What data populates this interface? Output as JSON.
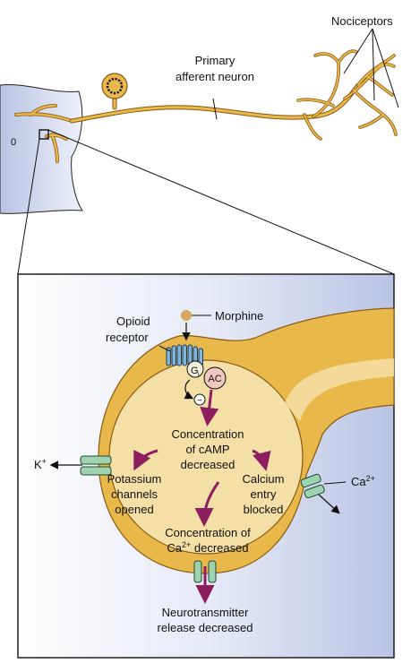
{
  "labels": {
    "nociceptors": "Nociceptors",
    "primary_line1": "Primary",
    "primary_line2": "afferent neuron",
    "spinal_mark": "0",
    "morphine": "Morphine",
    "opioid_line1": "Opioid",
    "opioid_line2": "receptor",
    "gi": "G",
    "gi_sub": "i",
    "ac": "AC",
    "minus": "−",
    "camp_line1": "Concentration",
    "camp_line2": "of cAMP",
    "camp_line3": "decreased",
    "potassium_line1": "Potassium",
    "potassium_line2": "channels",
    "potassium_line3": "opened",
    "calcium_line1": "Calcium",
    "calcium_line2": "entry",
    "calcium_line3": "blocked",
    "ca_conc_line1": "Concentration of",
    "ca_conc_line2a": "Ca",
    "ca_conc_sup": "2+",
    "ca_conc_line2b": " decreased",
    "k_ion": "K",
    "k_sup": "+",
    "ca_ion": "Ca",
    "ca_sup": "2+",
    "nt_line1": "Neurotransmitter",
    "nt_line2": "release decreased"
  },
  "colors": {
    "neuron": "#e8b84a",
    "neuron_dark": "#8a5a14",
    "cell_fill": "#f4dfa6",
    "panel_blue": "#c7d0ea",
    "arrow_purple": "#8c1d5e",
    "channel_green": "#9fd3b0",
    "receptor_blue": "#7fb4dc",
    "ac_fill": "#f0c8bf"
  }
}
